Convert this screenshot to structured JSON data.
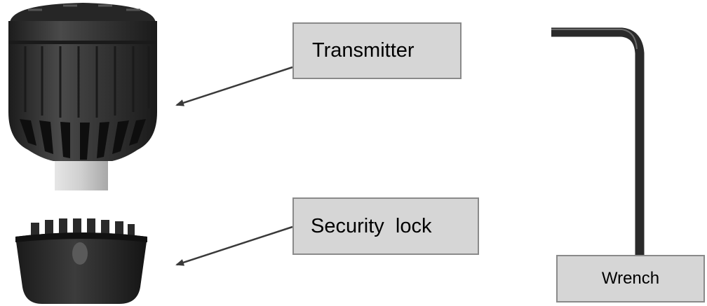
{
  "labels": {
    "transmitter": "Transmitter",
    "security_lock": "Security  lock",
    "wrench": "Wrench"
  },
  "colors": {
    "callout_fill": "#d6d6d6",
    "callout_border": "#8a8a8a",
    "part_dark": "#2a2a2a",
    "arrow": "#3a3a3a"
  }
}
